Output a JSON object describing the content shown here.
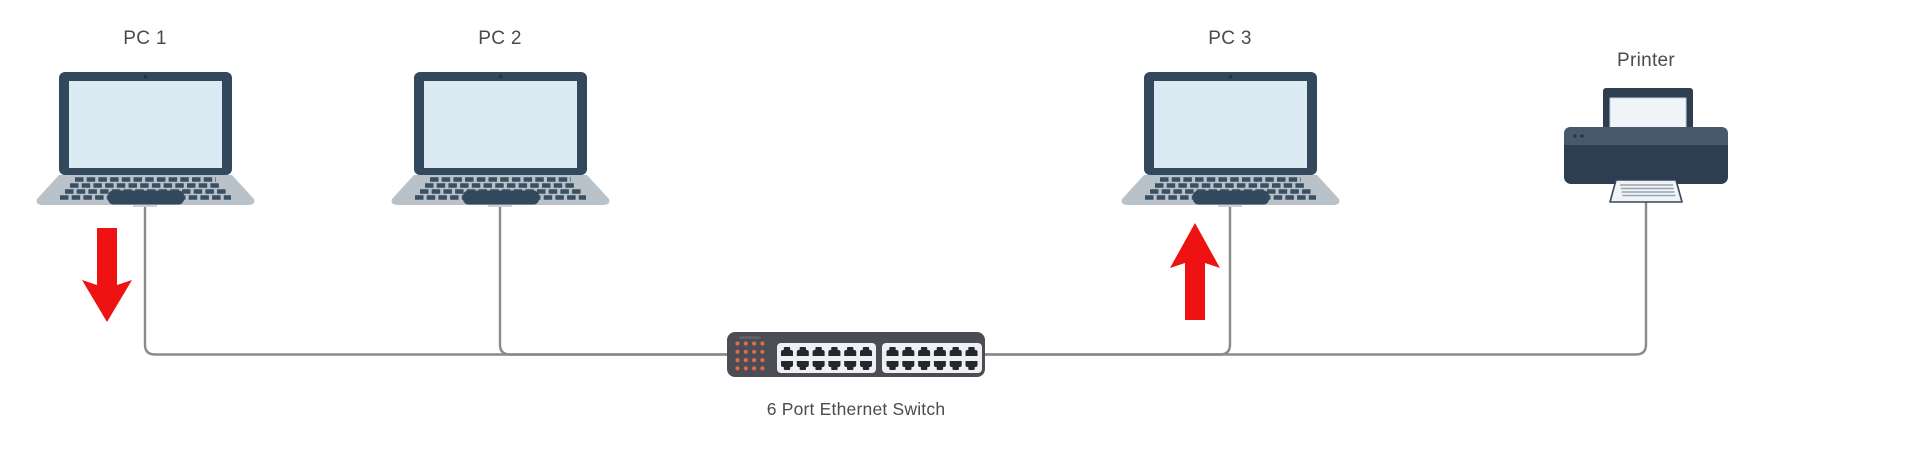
{
  "diagram": {
    "devices": [
      {
        "id": "pc1",
        "label": "PC 1",
        "type": "laptop",
        "arrow": "down"
      },
      {
        "id": "pc2",
        "label": "PC 2",
        "type": "laptop",
        "arrow": "none"
      },
      {
        "id": "pc3",
        "label": "PC 3",
        "type": "laptop",
        "arrow": "up"
      },
      {
        "id": "printer",
        "label": "Printer",
        "type": "printer",
        "arrow": "none"
      }
    ],
    "hub": {
      "label": "6 Port Ethernet Switch",
      "type": "ethernet-switch"
    },
    "colors": {
      "background": "#ffffff",
      "arrow": "#ee1212",
      "cable": "#8a8a8a",
      "label_text": "#4b4b4b",
      "laptop_frame": "#32485c",
      "laptop_screen": "#dcebf3",
      "laptop_base": "#b9c2c9",
      "laptop_keys": "#3b4f63",
      "switch_body": "#4c4c55",
      "switch_panel": "#eef0f1",
      "switch_port": "#26262e",
      "switch_led": "#dd6c47",
      "printer_body": "#2c3e50",
      "printer_band": "#47596d",
      "paper": "#f0f4f7"
    }
  }
}
